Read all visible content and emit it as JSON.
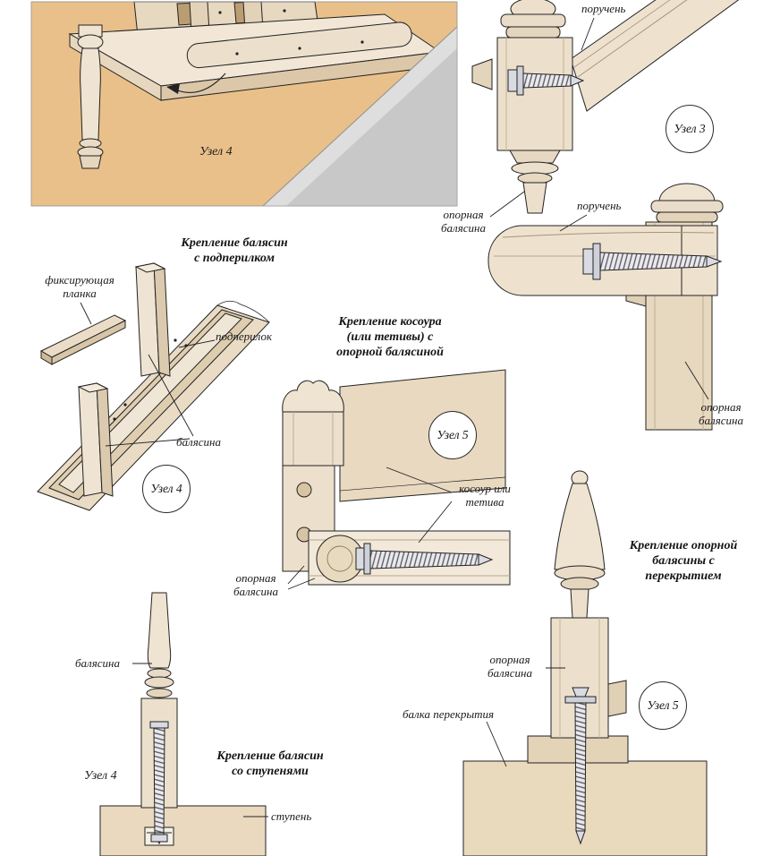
{
  "page": {
    "background": "#ffffff"
  },
  "colors": {
    "panel_tan": "#e9c08a",
    "wood_light": "#f0e5d3",
    "wood_mid": "#e6d6bd",
    "wood_dark": "#d9c3a3",
    "gray_corner": "#c8c8c8",
    "outline": "#222222"
  },
  "sections": {
    "corner_panel": {
      "caption": "Узел 4"
    },
    "node3_detail": {
      "label_handrail": "поручень",
      "badge": "Узел 3",
      "label_support_baluster": "опорная\nбалясина"
    },
    "handrail_detail": {
      "label_handrail": "поручень",
      "label_support_baluster": "опорная\nбалясина"
    },
    "subrail_assembly": {
      "title": "Крепление балясин\nс подперилком",
      "label_fixing_strip": "фиксирующая\nпланка",
      "label_subrail": "подперилок",
      "label_baluster": "балясина",
      "badge": "Узел 4"
    },
    "stringer_detail": {
      "title": "Крепление косоура\n(или тетивы) с\nопорной балясиной",
      "badge": "Узел 5",
      "label_stringer": "косоур или\nтетива",
      "label_support_baluster": "опорная\nбалясина"
    },
    "steps_detail": {
      "title": "Крепление балясин\nсо ступенями",
      "label_baluster": "балясина",
      "node_text": "Узел 4",
      "label_step": "ступень"
    },
    "floor_detail": {
      "title": "Крепление опорной\nбалясины с\nперекрытием",
      "label_support_baluster": "опорная\nбалясина",
      "label_beam": "балка перекрытия",
      "badge": "Узел 5"
    }
  }
}
